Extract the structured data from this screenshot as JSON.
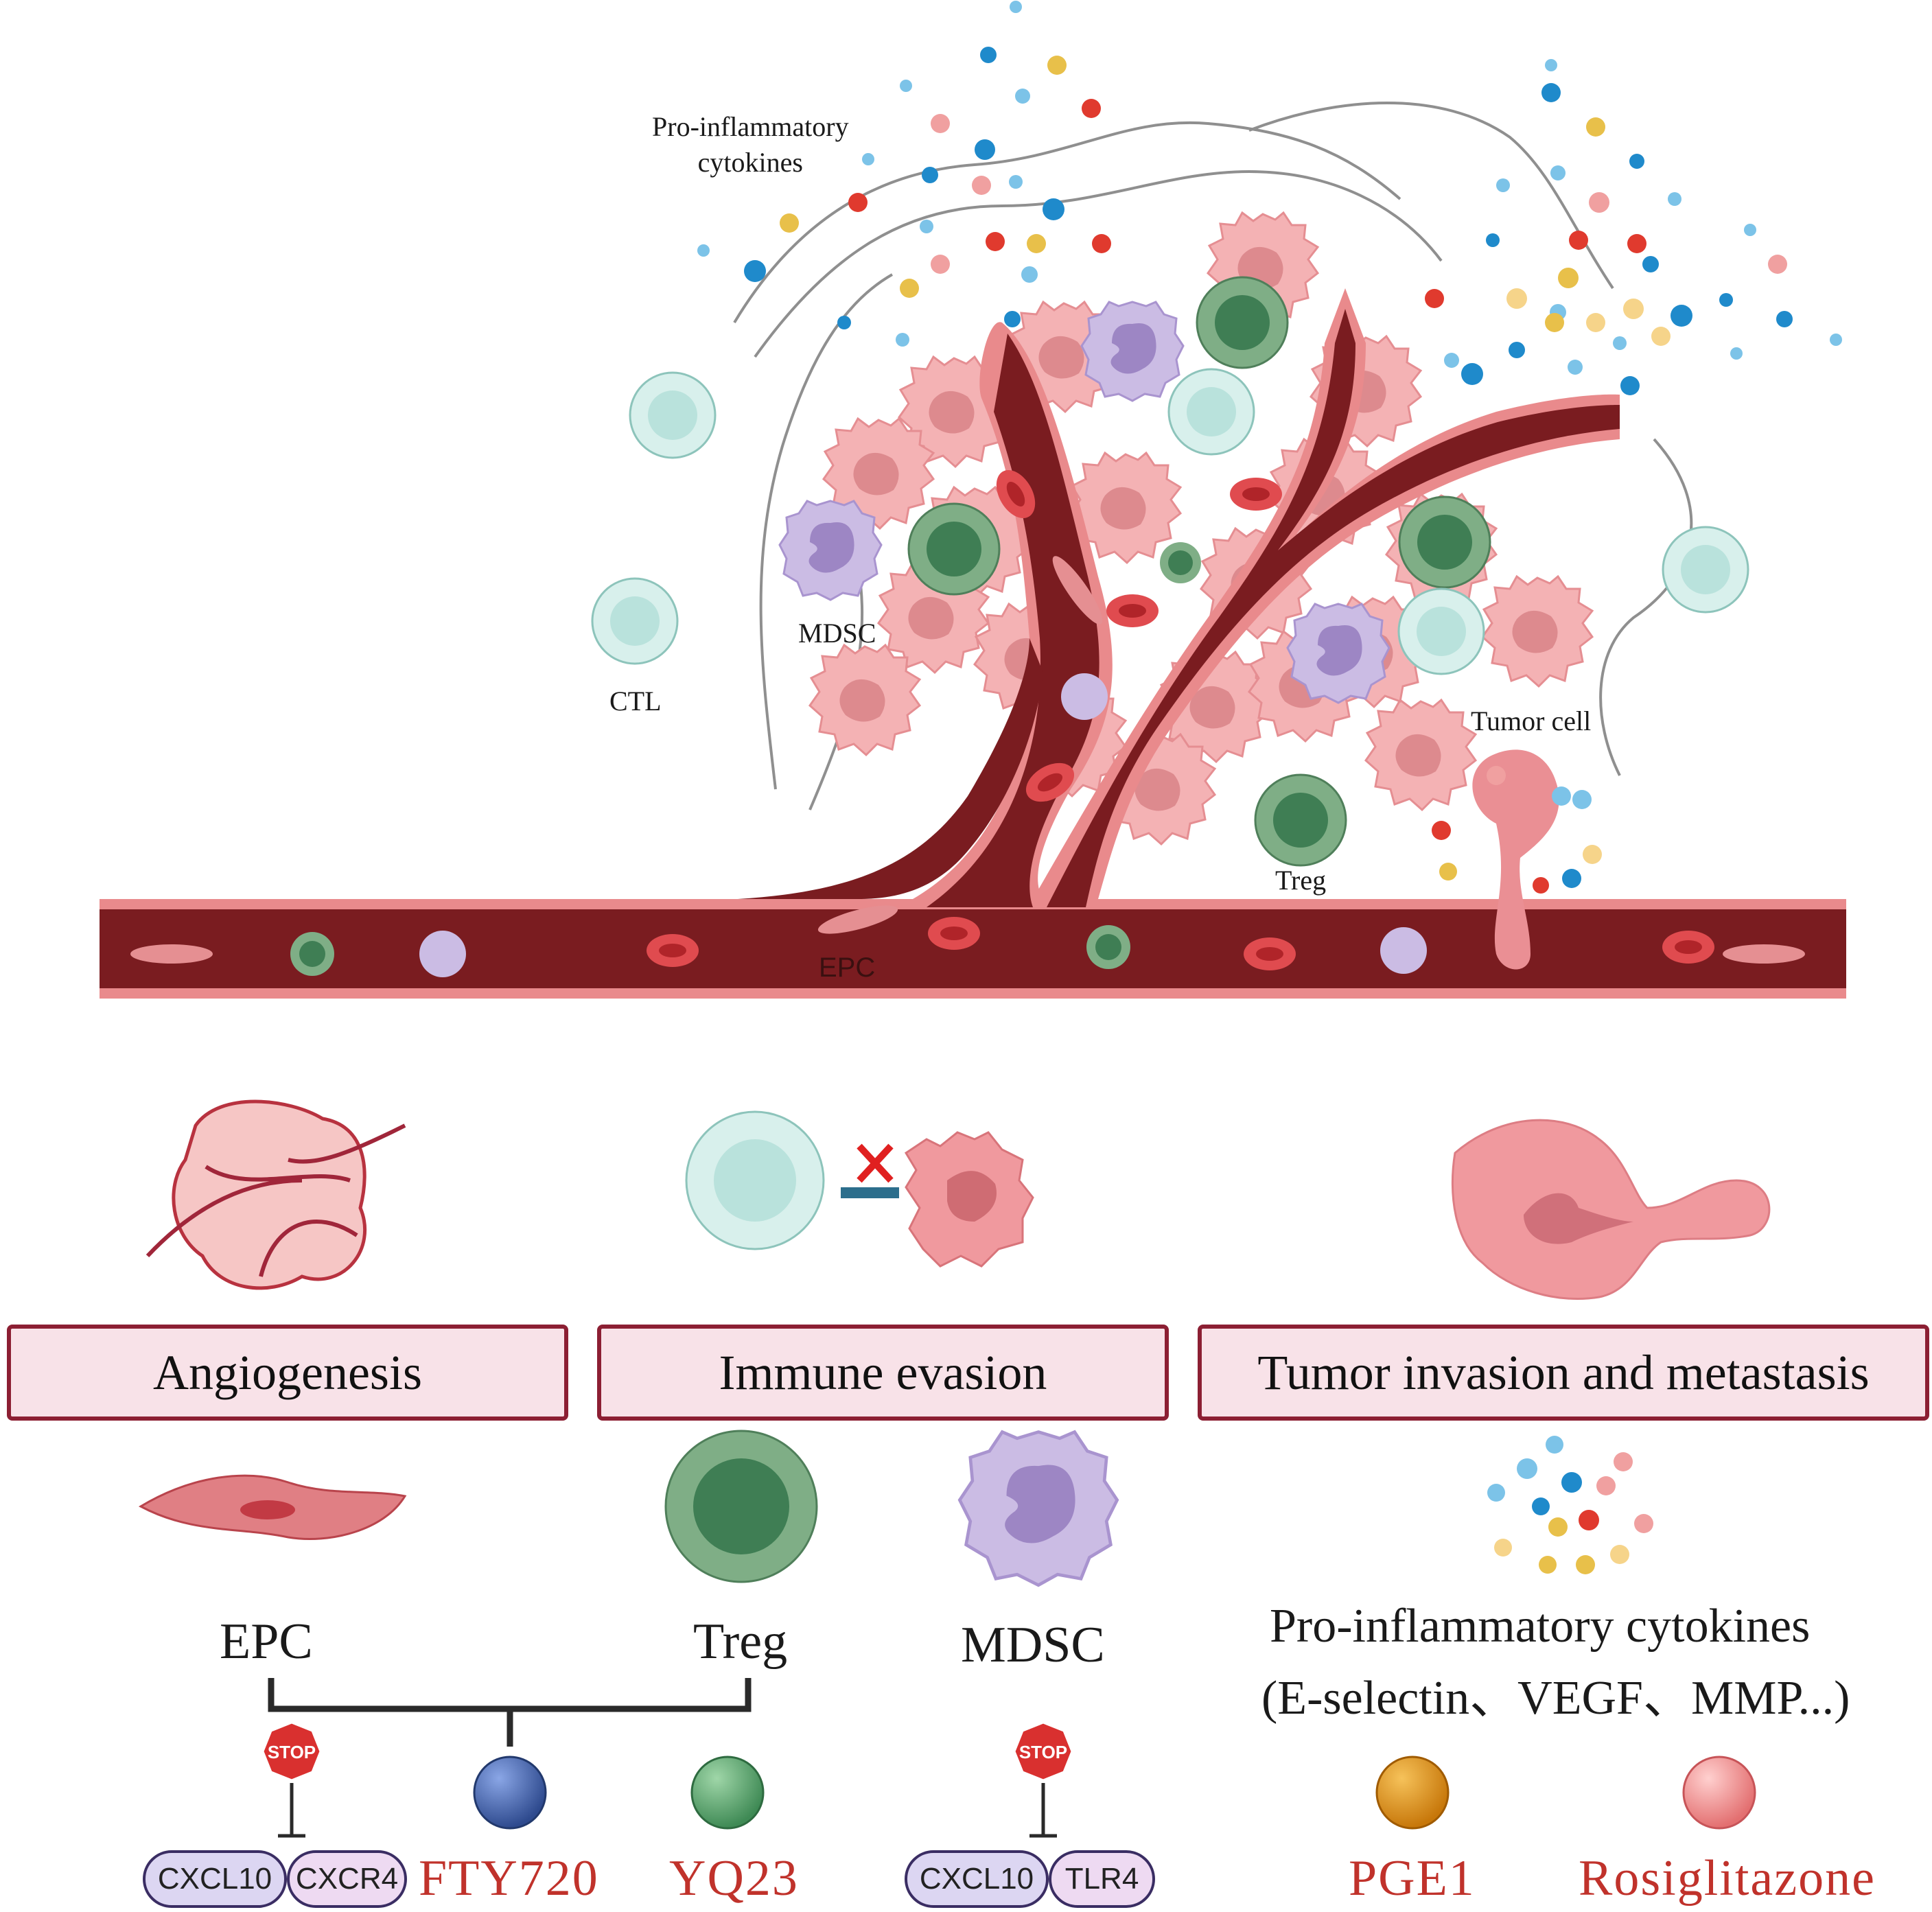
{
  "top_labels": {
    "cytokines_line1": "Pro-inflammatory",
    "cytokines_line2": "cytokines",
    "ctl": "CTL",
    "mdsc": "MDSC",
    "tumor_cell": "Tumor cell",
    "treg": "Treg",
    "epc": "EPC"
  },
  "boxes": {
    "angiogenesis": "Angiogenesis",
    "immune_evasion": "Immune evasion",
    "invasion": "Tumor invasion and metastasis"
  },
  "cells": {
    "epc": "EPC",
    "treg": "Treg",
    "mdsc": "MDSC"
  },
  "cytokines": {
    "title": "Pro-inflammatory cytokines",
    "examples": "(E-selectin、VEGF、MMP...)"
  },
  "stop_sign_text": "STOP",
  "receptors": {
    "pair1_a": "CXCL10",
    "pair1_b": "CXCR4",
    "pair2_a": "CXCL10",
    "pair2_b": "TLR4"
  },
  "drugs": {
    "fty720": "FTY720",
    "yq23": "YQ23",
    "pge1": "PGE1",
    "rosiglitazone": "Rosiglitazone"
  },
  "colors": {
    "box_border": "#8c1f33",
    "box_fill": "#f8e2e8",
    "drug_text": "#c0322b",
    "vessel": "#7a1c20",
    "tumor": "#f2a3a8",
    "treg": "#5f9a6e",
    "mdsc": "#b9a4d8",
    "ctl": "#c9ece6"
  }
}
